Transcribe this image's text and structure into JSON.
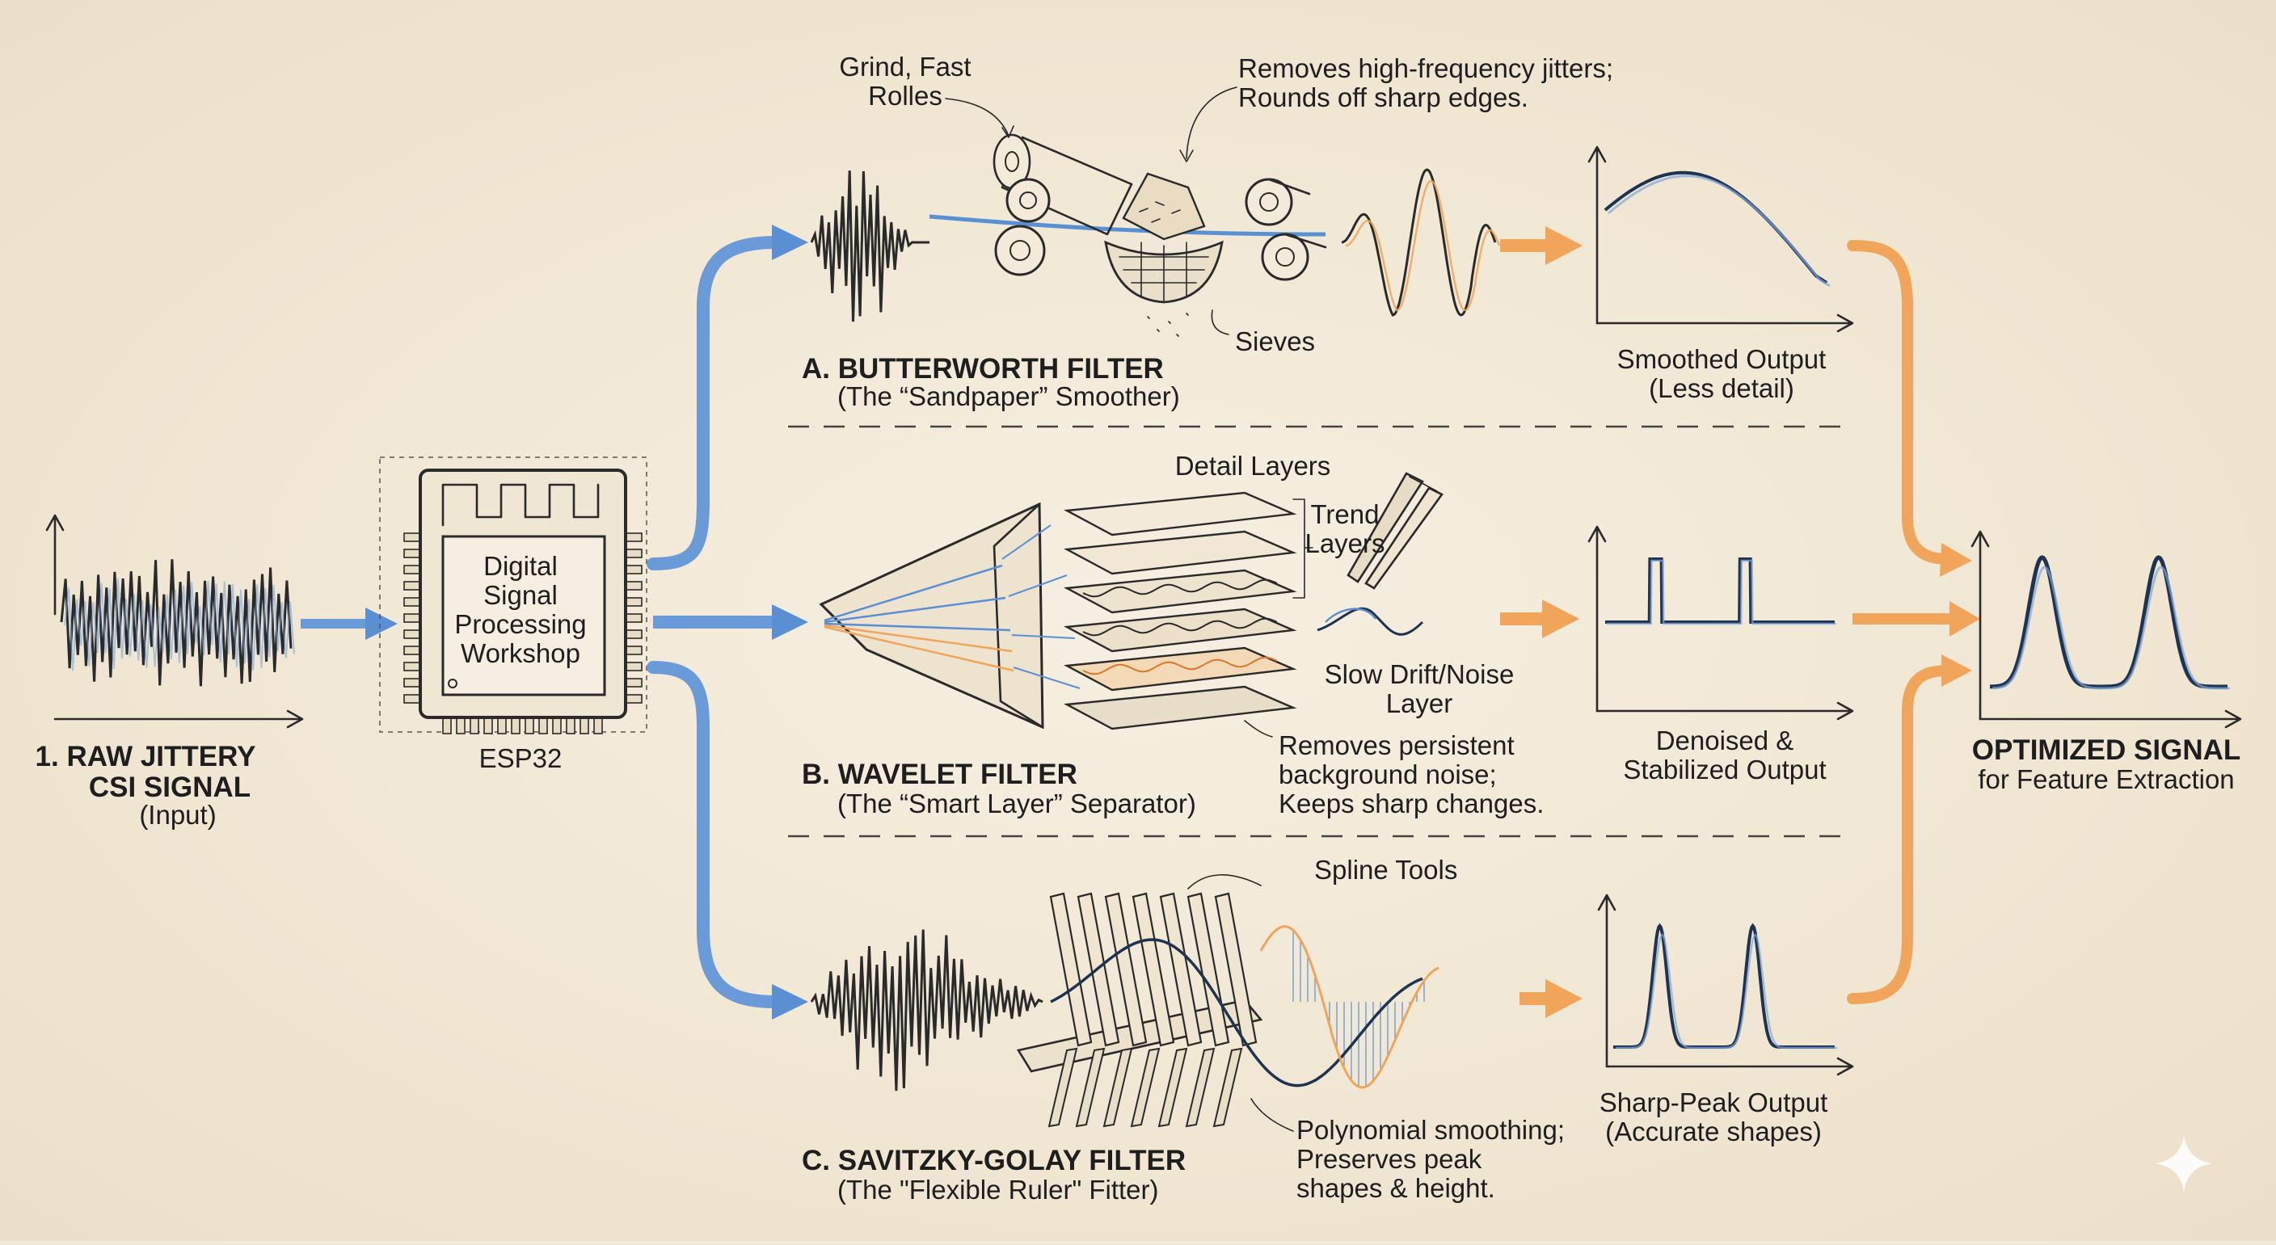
{
  "input": {
    "title_line1": "1. RAW JITTERY",
    "title_line2": "CSI SIGNAL",
    "subtitle": "(Input)"
  },
  "chip": {
    "line1": "Digital",
    "line2": "Signal",
    "line3": "Processing",
    "line4": "Workshop",
    "caption": "ESP32"
  },
  "butterworth": {
    "title": "A. BUTTERWORTH FILTER",
    "subtitle": "(The “Sandpaper” Smoother)",
    "rollers_line1": "Grind, Fast",
    "rollers_line2": "Rolles",
    "note_line1": "Removes high-frequency jitters;",
    "note_line2": "Rounds off sharp edges.",
    "sieves": "Sieves",
    "output_line1": "Smoothed Output",
    "output_line2": "(Less detail)"
  },
  "wavelet": {
    "title": "B. WAVELET FILTER",
    "subtitle": "(The “Smart Layer” Separator)",
    "detail_layers": "Detail Layers",
    "trend_line1": "Trend",
    "trend_line2": "Layers",
    "drift_line1": "Slow Drift/Noise",
    "drift_line2": "Layer",
    "note_line1": "Removes persistent",
    "note_line2": "background noise;",
    "note_line3": "Keeps sharp changes.",
    "output_line1": "Denoised &",
    "output_line2": "Stabilized Output"
  },
  "savgol": {
    "title": "C. SAVITZKY-GOLAY FILTER",
    "subtitle": "(The \"Flexible Ruler\" Fitter)",
    "tools": "Spline Tools",
    "note_line1": "Polynomial smoothing;",
    "note_line2": "Preserves peak",
    "note_line3": "shapes & height.",
    "output_line1": "Sharp-Peak Output",
    "output_line2": "(Accurate shapes)"
  },
  "result": {
    "title": "OPTIMIZED SIGNAL",
    "subtitle": "for Feature Extraction"
  },
  "colors": {
    "paper": "#f3ead9",
    "ink": "#2a2a2a",
    "blue": "#5b8fd4",
    "orange": "#f0a55a",
    "navy": "#1f3350"
  },
  "icons": [
    "esp32-chip-icon",
    "rollers-icon",
    "sieve-icon",
    "sandpaper-icon",
    "layer-stack-icon",
    "tweezers-icon",
    "spline-tools-icon",
    "sparkle-icon"
  ]
}
